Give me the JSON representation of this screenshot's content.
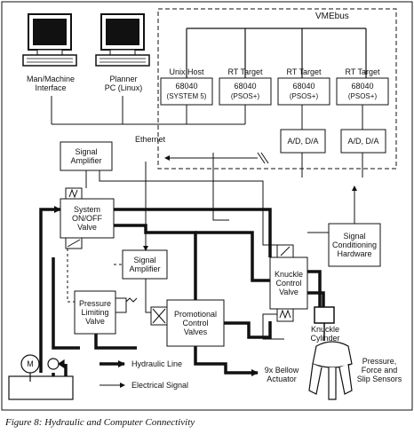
{
  "vme": {
    "bus": "VMEbus"
  },
  "computers": [
    {
      "line1": "Man/Machine",
      "line2": "Interface"
    },
    {
      "line1": "Planner",
      "line2": "PC (Linux)"
    }
  ],
  "cards": [
    {
      "title": "Unix Host",
      "cpu": "68040",
      "os": "(SYSTEM 5)"
    },
    {
      "title": "RT Target",
      "cpu": "68040",
      "os": "(PSOS+)"
    },
    {
      "title": "RT Target",
      "cpu": "68040",
      "os": "(PSOS+)"
    },
    {
      "title": "RT Target",
      "cpu": "68040",
      "os": "(PSOS+)"
    }
  ],
  "adda": [
    "A/D, D/A",
    "A/D, D/A"
  ],
  "ethernet": "Ethernet",
  "blocks": {
    "amp_top": [
      "Signal",
      "Amplifier"
    ],
    "sys_valve": [
      "System",
      "ON/OFF",
      "Valve"
    ],
    "amp_mid": [
      "Signal",
      "Amplifier"
    ],
    "pressure_valve": [
      "Pressure",
      "Limiting",
      "Valve"
    ],
    "prop_valves": [
      "Promotional",
      "Control",
      "Valves"
    ],
    "knuckle_valve": [
      "Knuckle",
      "Control",
      "Valve"
    ],
    "knuckle_cyl": [
      "Knuckle",
      "Cylinder"
    ],
    "sig_cond": [
      "Signal",
      "Conditioning",
      "Hardware"
    ],
    "bellow": [
      "9x Bellow",
      "Actuator"
    ],
    "sensors": [
      "Pressure,",
      "Force and",
      "Slip Sensors"
    ],
    "motor": "M"
  },
  "legend": {
    "hydraulic": "Hydraulic Line",
    "electrical": "Electrical Signal"
  },
  "caption": "Figure 8: Hydraulic and Computer Connectivity"
}
